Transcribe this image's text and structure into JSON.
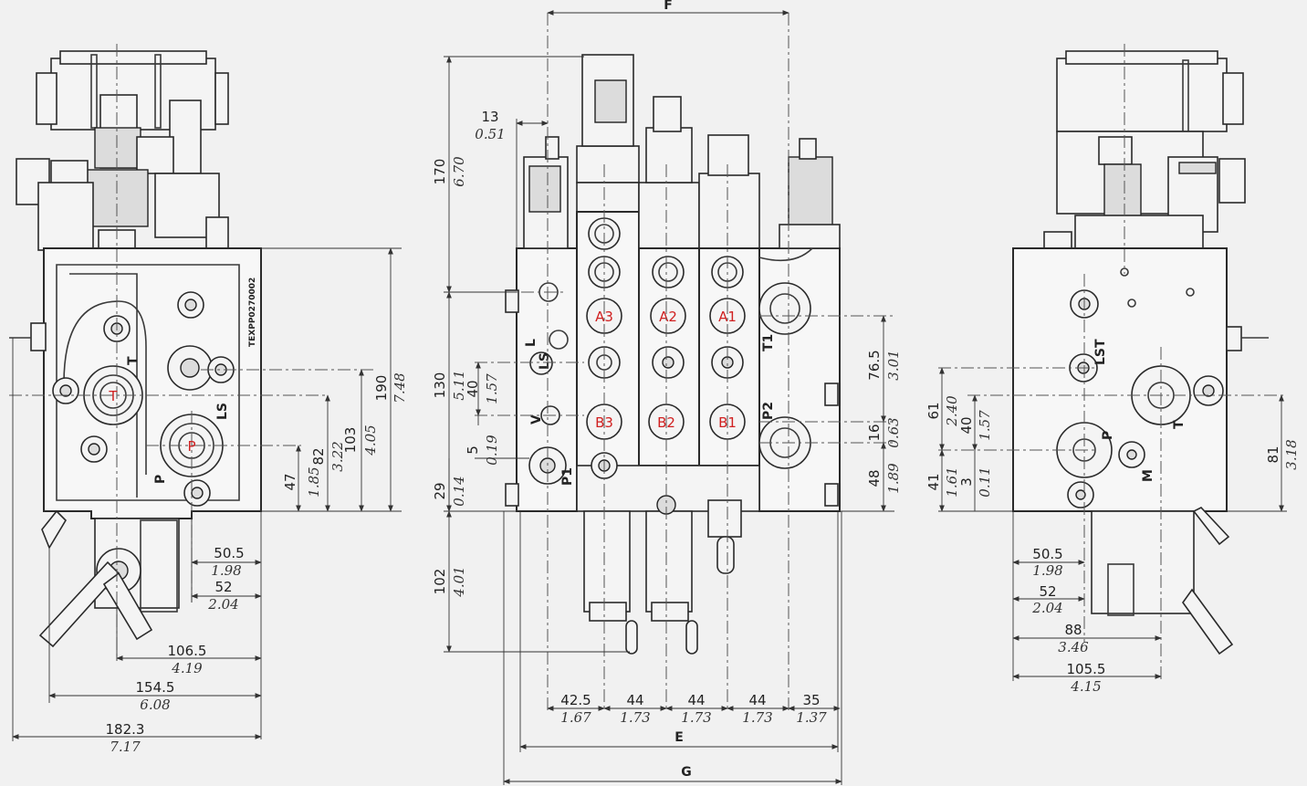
{
  "left_view": {
    "port_T": "T",
    "port_P": "P",
    "side_T": "T",
    "side_P": "P",
    "side_LS": "LS",
    "part_code": "TEXPP0270002",
    "dims": [
      {
        "mm": "50.5",
        "in": "1.98"
      },
      {
        "mm": "52",
        "in": "2.04"
      },
      {
        "mm": "106.5",
        "in": "4.19"
      },
      {
        "mm": "154.5",
        "in": "6.08"
      },
      {
        "mm": "182.3",
        "in": "7.17"
      },
      {
        "mm": "47",
        "in": "1.85"
      },
      {
        "mm": "82",
        "in": "3.22"
      },
      {
        "mm": "103",
        "in": "4.05"
      },
      {
        "mm": "190",
        "in": "7.48"
      }
    ]
  },
  "center_view": {
    "ports": [
      "A3",
      "A2",
      "A1",
      "B3",
      "B2",
      "B1"
    ],
    "side_labels": {
      "T1": "T1",
      "P2": "P2",
      "L": "L",
      "LS": "LS",
      "P1": "P1",
      "V": "V"
    },
    "letters": {
      "F": "F",
      "E": "E",
      "G": "G"
    },
    "dims_bottom": [
      {
        "mm": "42.5",
        "in": "1.67"
      },
      {
        "mm": "44",
        "in": "1.73"
      },
      {
        "mm": "44",
        "in": "1.73"
      },
      {
        "mm": "44",
        "in": "1.73"
      },
      {
        "mm": "35",
        "in": "1.37"
      }
    ],
    "dims_left": [
      {
        "mm": "13",
        "in": "0.51"
      },
      {
        "mm": "170",
        "in": "6.70"
      },
      {
        "mm": "130",
        "in": "5.11"
      },
      {
        "mm": "40",
        "in": "1.57"
      },
      {
        "mm": "5",
        "in": "0.19"
      },
      {
        "mm": "29",
        "in": "0.14"
      },
      {
        "mm": "102",
        "in": "4.01"
      }
    ],
    "dims_right": [
      {
        "mm": "76.5",
        "in": "3.01"
      },
      {
        "mm": "16",
        "in": "0.63"
      },
      {
        "mm": "48",
        "in": "1.89"
      }
    ]
  },
  "right_view": {
    "side_labels": {
      "LST": "LST",
      "T": "T",
      "P": "P",
      "M": "M"
    },
    "dims_left": [
      {
        "mm": "61",
        "in": "2.40"
      },
      {
        "mm": "40",
        "in": "1.57"
      },
      {
        "mm": "41",
        "in": "1.61"
      },
      {
        "mm": "3",
        "in": "0.11"
      }
    ],
    "dims_bottom": [
      {
        "mm": "50.5",
        "in": "1.98"
      },
      {
        "mm": "52",
        "in": "2.04"
      },
      {
        "mm": "88",
        "in": "3.46"
      },
      {
        "mm": "105.5",
        "in": "4.15"
      }
    ],
    "dims_right": [
      {
        "mm": "81",
        "in": "3.18"
      }
    ]
  }
}
